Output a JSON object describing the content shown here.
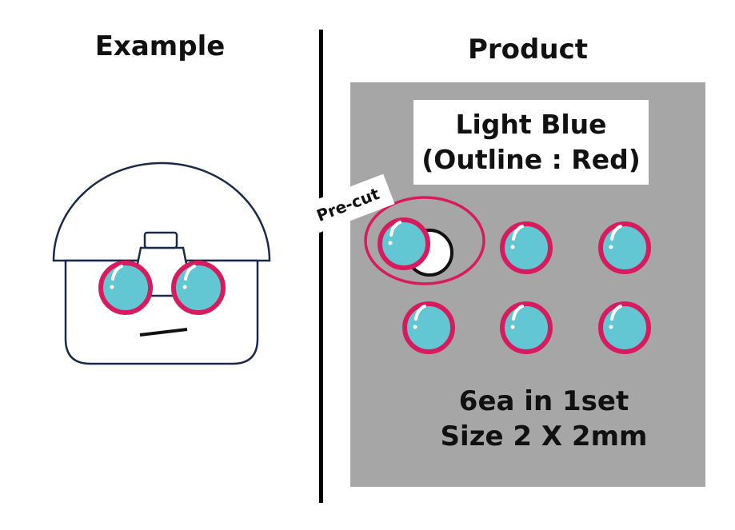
{
  "example": {
    "heading": "Example"
  },
  "product": {
    "heading": "Product",
    "color_line1": "Light Blue",
    "color_line2": "(Outline : Red)",
    "precut_label": "Pre-cut",
    "set_line1": "6ea in 1set",
    "set_line2": "Size 2 X 2mm"
  },
  "colors": {
    "lens_fill": "#62c6d3",
    "outline": "#d81b5e",
    "panel": "#a6a6a6",
    "robot_stroke": "#1c2a4a"
  }
}
